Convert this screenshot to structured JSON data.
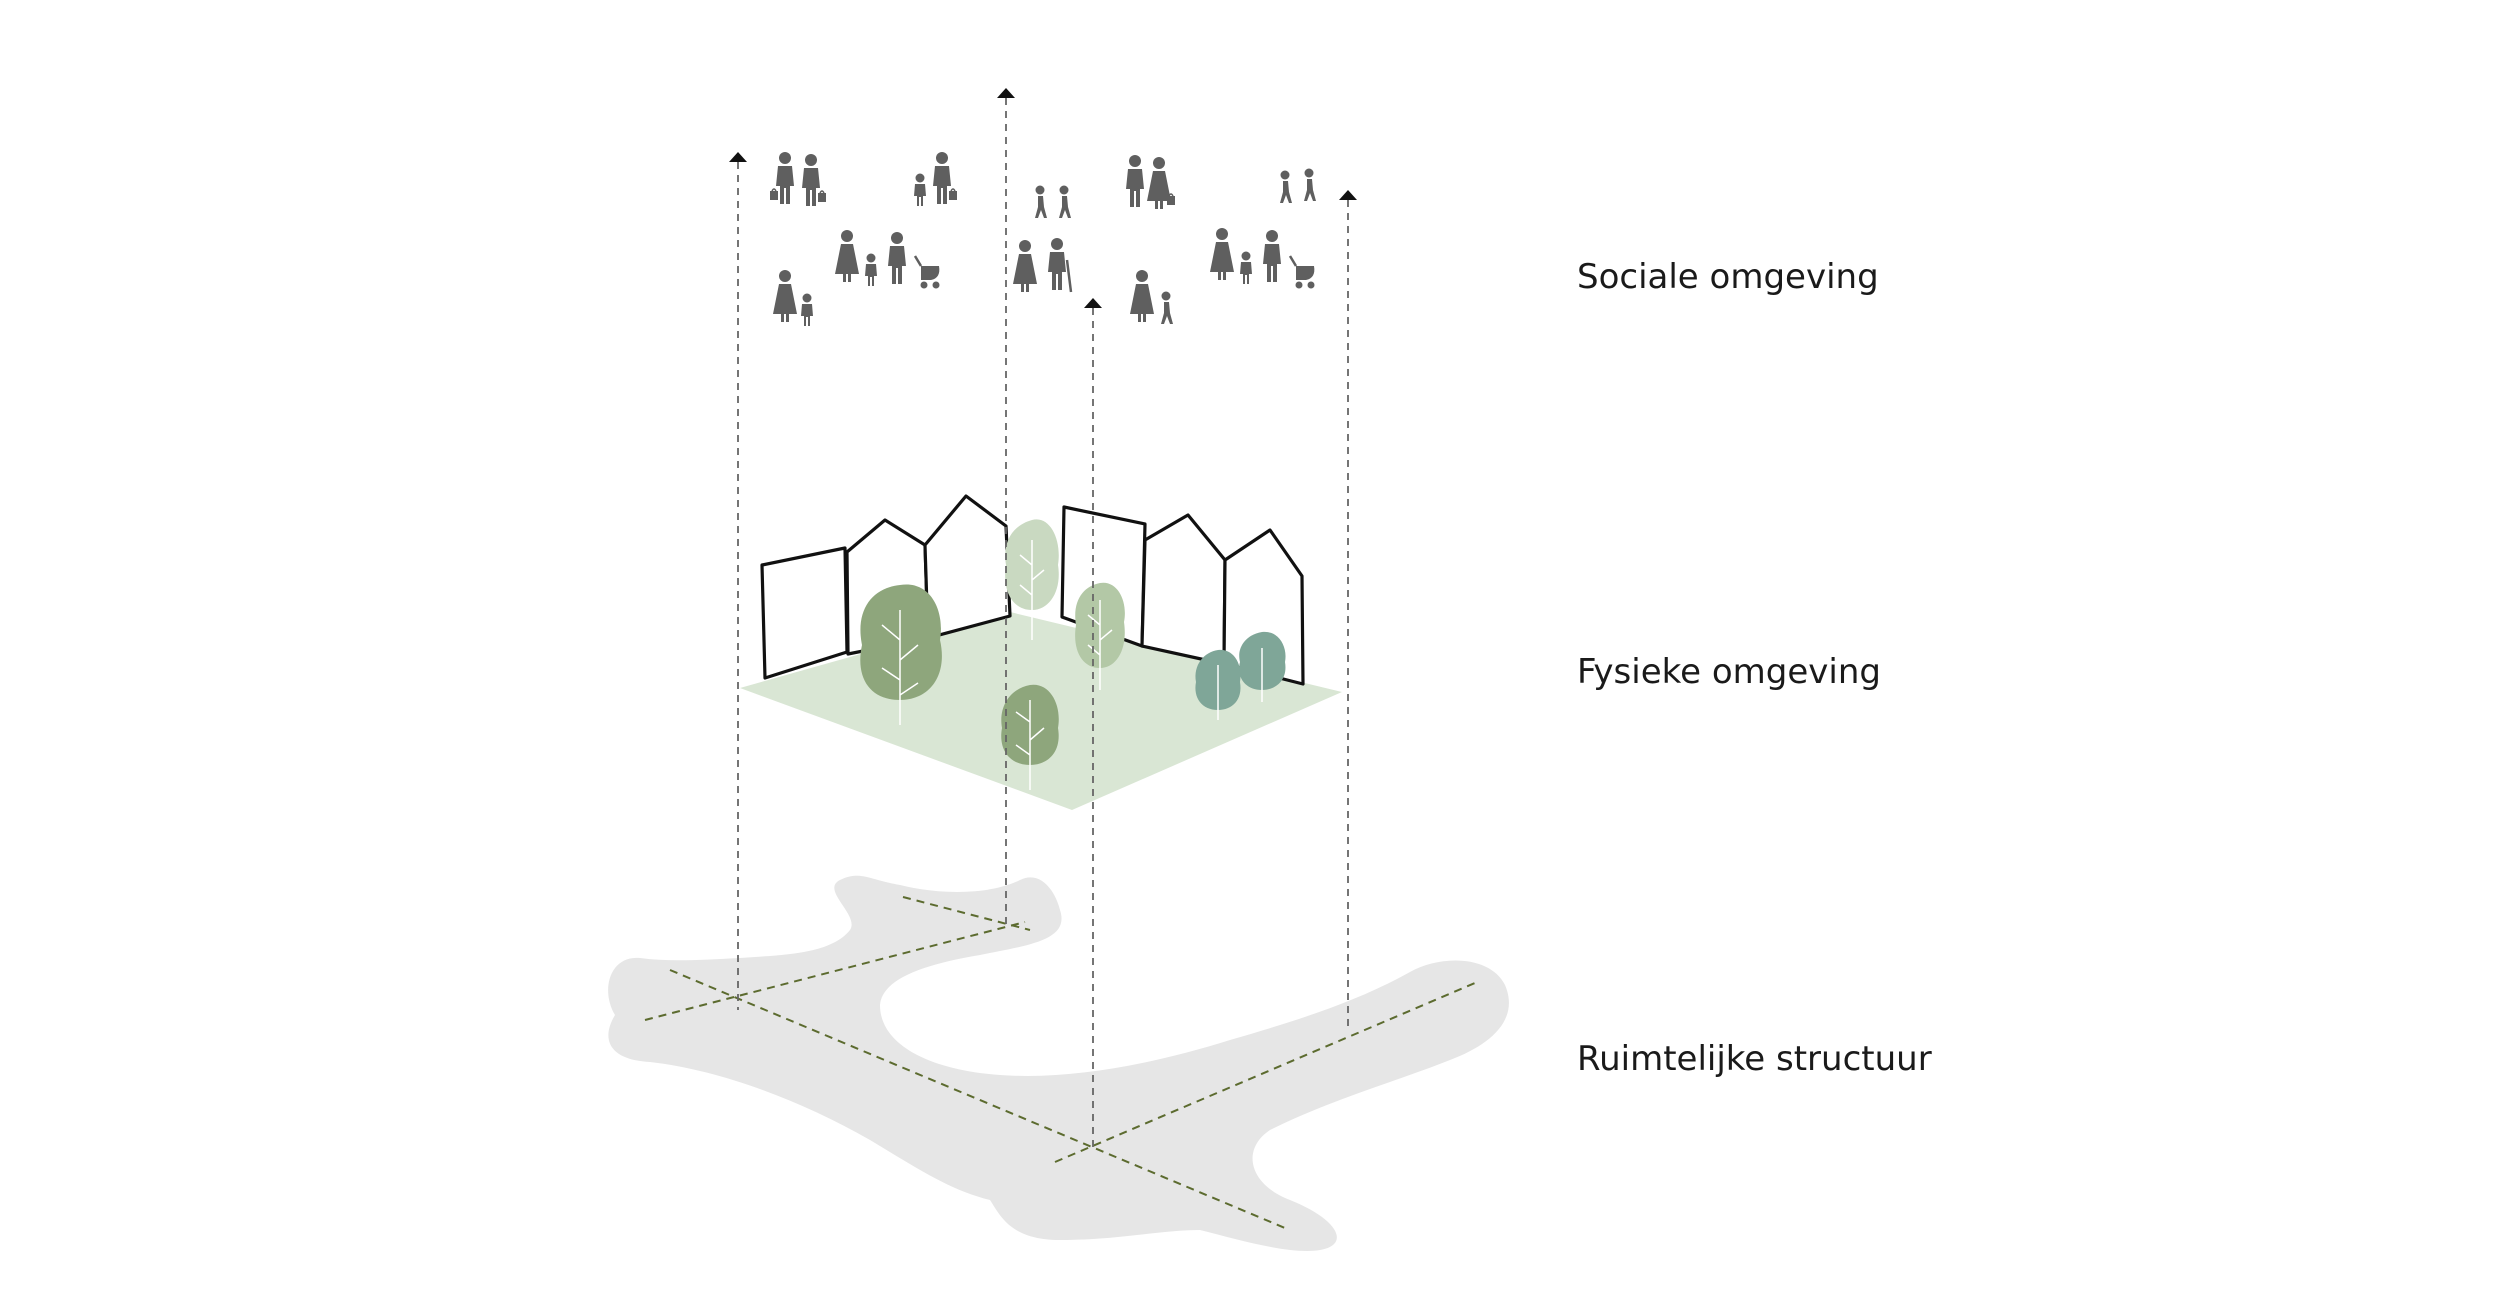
{
  "layers": [
    {
      "id": "social",
      "label": "Sociale omgeving"
    },
    {
      "id": "physical",
      "label": "Fysieke omgeving"
    },
    {
      "id": "spatial",
      "label": "Ruimtelijke structuur"
    }
  ],
  "colors": {
    "background": "#ffffff",
    "text": "#1a1a1a",
    "people": "#5f5f5f",
    "ground_plane": "#d9e6d4",
    "spatial_blob": "#e6e6e6",
    "axis_dash": "#5c6b2f",
    "vertical_dash": "#666666",
    "tree_dark": "#8ea67c",
    "tree_light": "#c9d9c1",
    "tree_teal": "#7fa698",
    "house_outline": "#111111"
  },
  "icons": [
    "person-icon",
    "child-icon",
    "stroller-icon",
    "shopping-bag-icon",
    "tree-icon",
    "house-icon",
    "arrow-up-icon"
  ]
}
